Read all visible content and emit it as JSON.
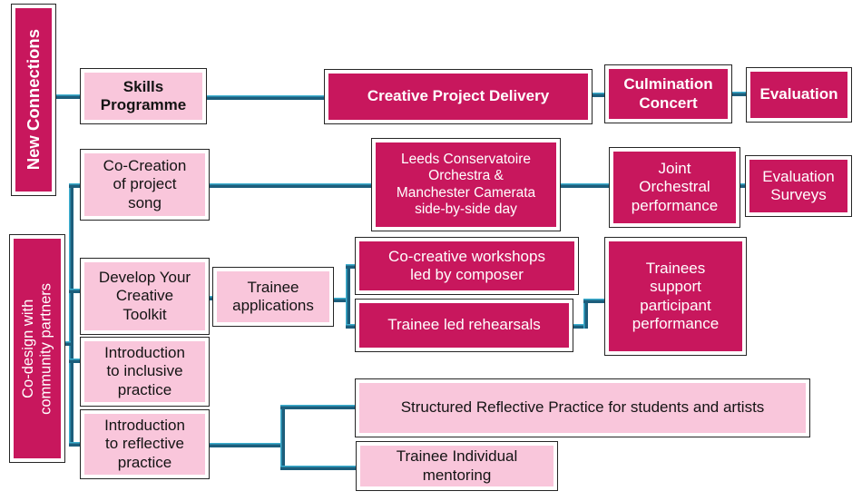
{
  "colors": {
    "dark_pink": "#C8175D",
    "light_pink": "#F9C6DB",
    "connector": "#1D5E7C",
    "connector_highlight": "#3DAFCF",
    "box_border": "#262626",
    "background": "#FFFFFF",
    "dark_text": "#FFFFFF",
    "light_text": "#141414"
  },
  "nodes": {
    "new_connections": "New Connections",
    "co_design": "Co-design with\ncommunity partners",
    "skills": "Skills\nProgramme",
    "creative_project_delivery": "Creative Project Delivery",
    "culmination_concert": "Culmination\nConcert",
    "evaluation": "Evaluation",
    "co_creation": "Co-Creation\nof project\nsong",
    "leeds": "Leeds Conservatoire\nOrchestra &\nManchester Camerata\nside-by-side day",
    "joint_orchestral": "Joint\nOrchestral\nperformance",
    "evaluation_surveys": "Evaluation\nSurveys",
    "develop_toolkit": "Develop Your\nCreative\nToolkit",
    "trainee_applications": "Trainee\napplications",
    "co_creative_workshops": "Co-creative workshops\nled by composer",
    "trainee_rehearsals": "Trainee led rehearsals",
    "trainees_support": "Trainees\nsupport\nparticipant\nperformance",
    "intro_inclusive": "Introduction\nto inclusive\npractice",
    "intro_reflective": "Introduction\nto reflective\npractice",
    "structured_reflective": "Structured Reflective Practice for students and artists",
    "trainee_mentoring": "Trainee Individual\nmentoring"
  }
}
